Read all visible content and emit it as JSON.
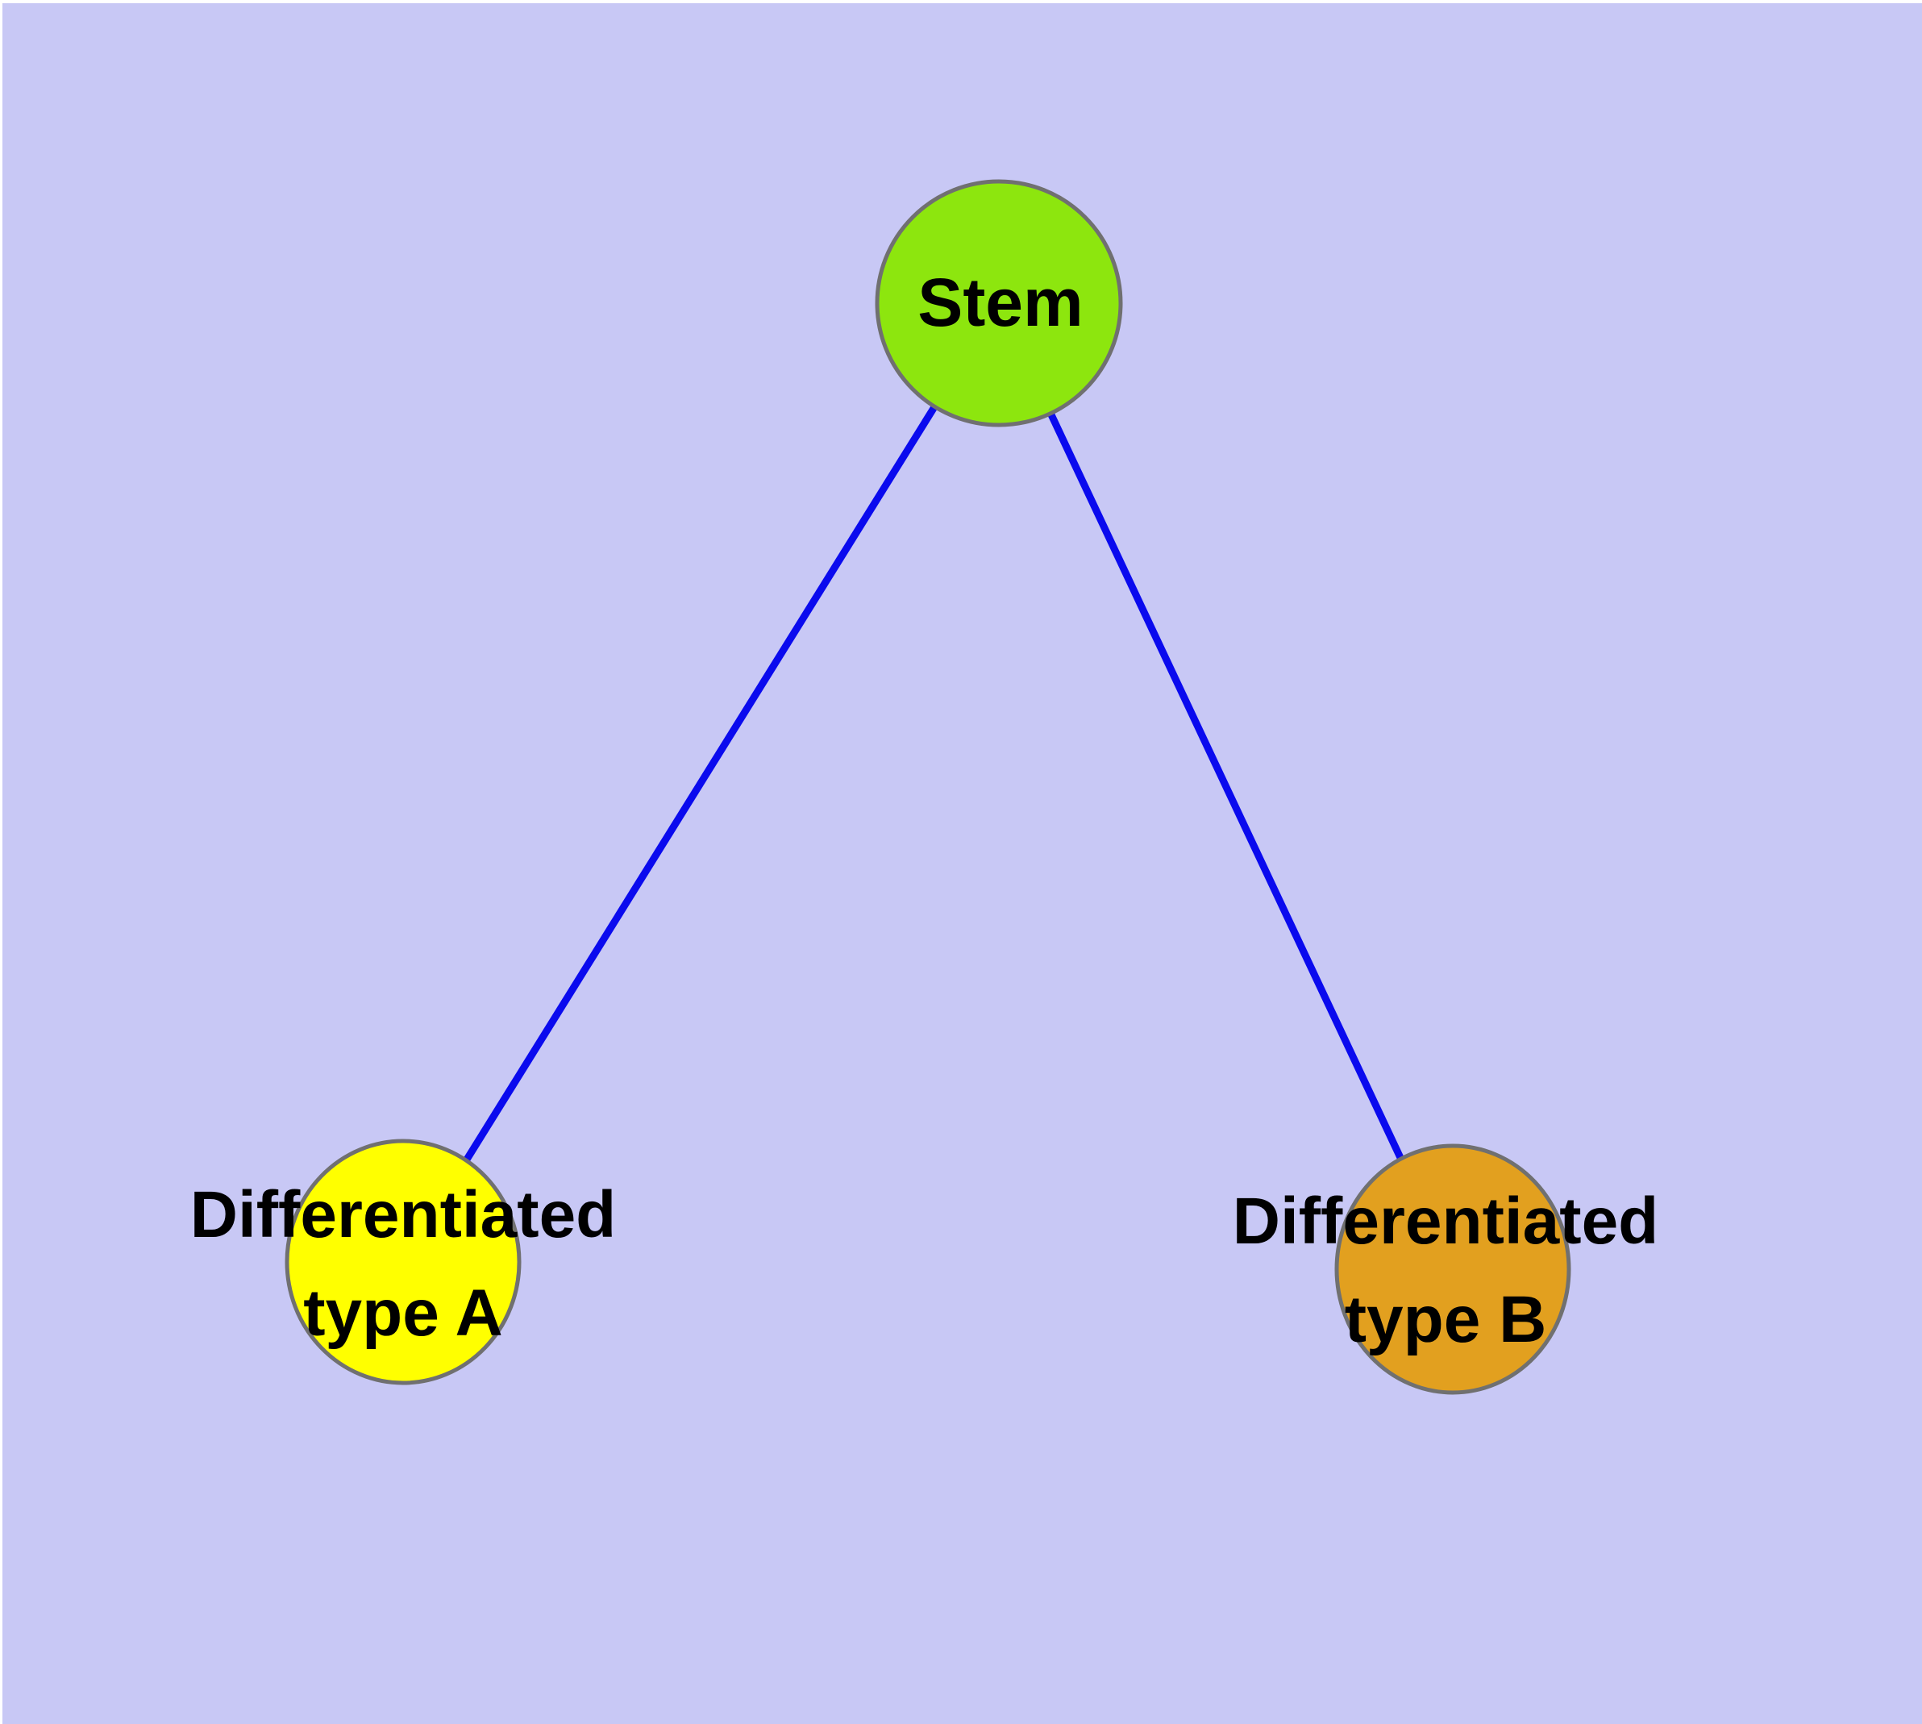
{
  "diagram": {
    "type": "node-link-graph",
    "background_color": "#C8C8F5",
    "edge_color": "#0A0AEE",
    "edge_width": 9,
    "node_border_color": "#707070",
    "node_border_width": 5,
    "label_color": "#000000",
    "nodes": {
      "stem": {
        "label": "Stem",
        "fill": "#8DE60E"
      },
      "diff_a": {
        "label_line1": "Differentiated",
        "label_line2": "type A",
        "fill": "#FFFF00"
      },
      "diff_b": {
        "label_line1": "Differentiated",
        "label_line2": "type B",
        "fill": "#E2A01F"
      }
    },
    "edges": [
      {
        "from": "Stem",
        "to": "Differentiated type A"
      },
      {
        "from": "Stem",
        "to": "Differentiated type B"
      }
    ]
  }
}
